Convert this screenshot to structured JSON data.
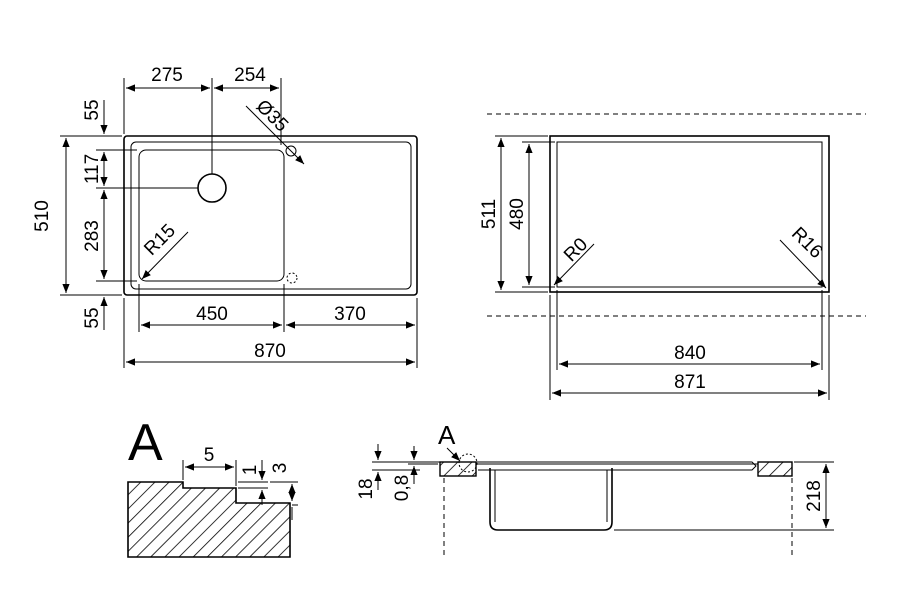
{
  "top_view": {
    "width_left": "275",
    "width_right": "254",
    "hole_diameter": "Ø35",
    "margin_top": "55",
    "bowl_offset": "117",
    "bowl_depth": "283",
    "margin_bottom": "55",
    "total_depth": "510",
    "corner_radius": "R15",
    "bowl_width": "450",
    "drainer_width": "370",
    "total_width": "870"
  },
  "cutout_view": {
    "depth_outer": "511",
    "depth_inner": "480",
    "radius_left": "R0",
    "radius_right": "R16",
    "width_inner": "840",
    "width_outer": "871"
  },
  "detail_a": {
    "label": "A",
    "step_width": "5",
    "step_height": "1",
    "thickness": "3"
  },
  "section_view": {
    "label": "A",
    "rim_height": "18",
    "rim_gap": "0,8",
    "bowl_depth": "218"
  }
}
